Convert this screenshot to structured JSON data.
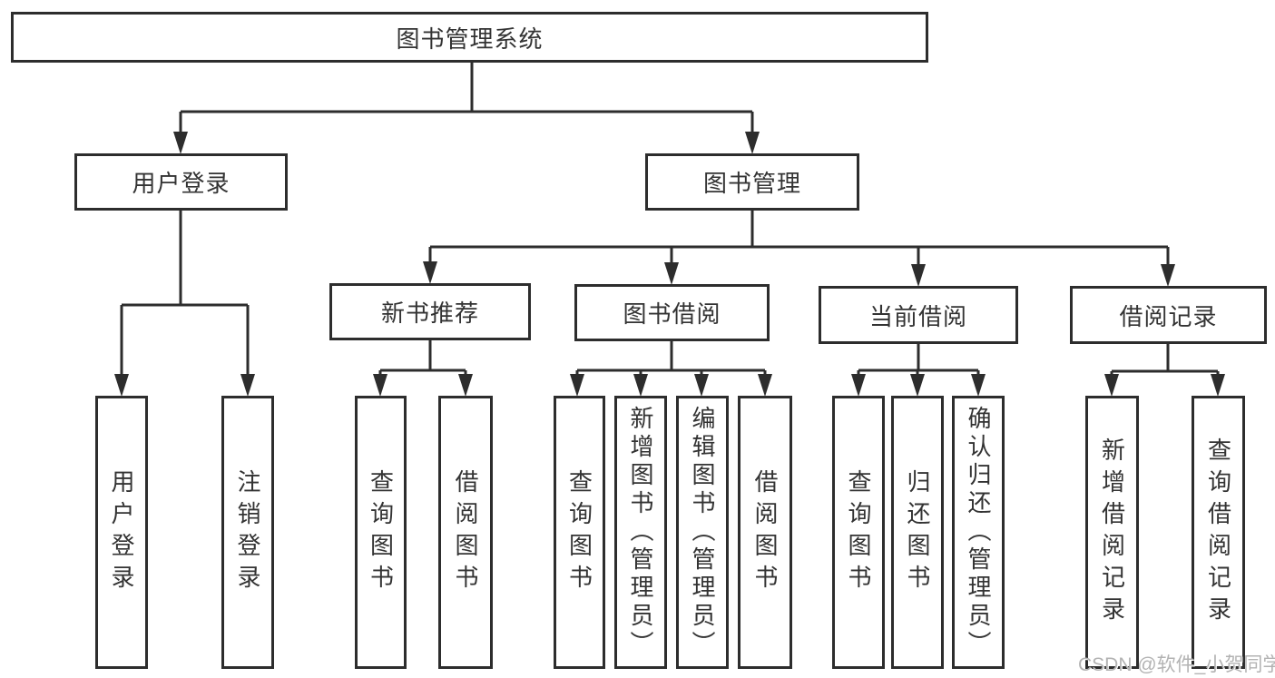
{
  "diagram": {
    "root": "图书管理系统",
    "level2": {
      "user_login": {
        "label": "用户登录",
        "children": [
          "用户登录",
          "注销登录"
        ]
      },
      "book_mgmt": {
        "label": "图书管理"
      }
    },
    "level3": {
      "new_book": {
        "label": "新书推荐",
        "children": [
          "查询图书",
          "借阅图书"
        ]
      },
      "book_borrow": {
        "label": "图书借阅",
        "children": [
          "查询图书",
          "新增图书（管理员）",
          "编辑图书（管理员）",
          "借阅图书"
        ]
      },
      "current_borrow": {
        "label": "当前借阅",
        "children": [
          "查询图书",
          "归还图书",
          "确认归还（管理员）"
        ]
      },
      "borrow_record": {
        "label": "借阅记录",
        "children": [
          "新增借阅记录",
          "查询借阅记录"
        ]
      }
    }
  },
  "colors": {
    "line": "#2d2d2d",
    "text": "#333333",
    "watermark": "#b3b3b3",
    "background": "#ffffff"
  },
  "watermark": "CSDN @软件_小贺同学"
}
